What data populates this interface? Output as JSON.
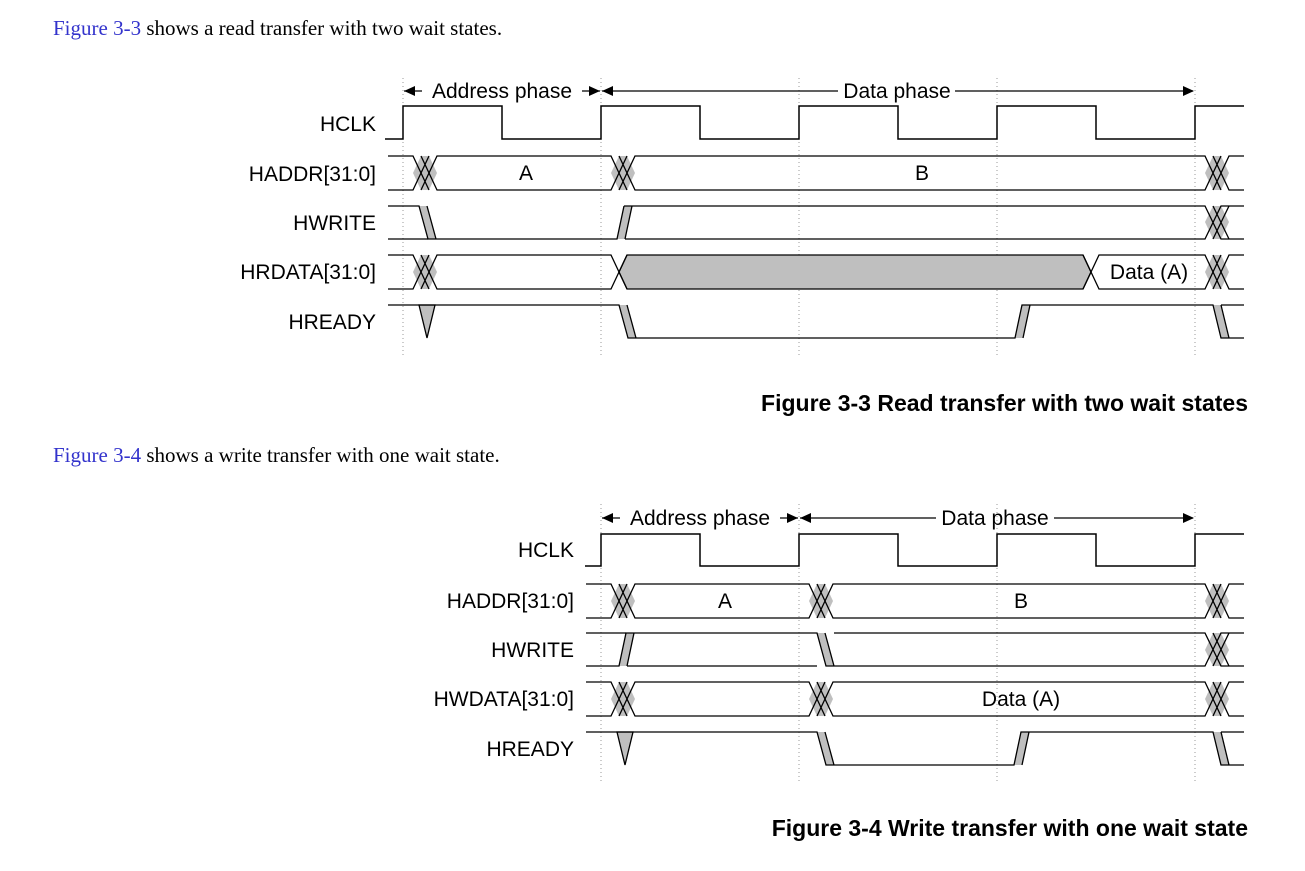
{
  "paragraphs": [
    {
      "ref": "Figure 3-3",
      "text": " shows a read transfer with two wait states."
    },
    {
      "ref": "Figure 3-4",
      "text": " shows a write transfer with one wait state."
    }
  ],
  "figures": [
    {
      "caption": "Figure 3-3 Read transfer with two wait states",
      "phases": {
        "address": "Address phase",
        "data": "Data phase"
      },
      "signals": [
        {
          "name": "HCLK",
          "kind": "clock"
        },
        {
          "name": "HADDR[31:0]",
          "kind": "bus",
          "values": [
            "A",
            "B"
          ]
        },
        {
          "name": "HWRITE",
          "kind": "level",
          "pattern": "low-then-high"
        },
        {
          "name": "HRDATA[31:0]",
          "kind": "bus",
          "values": [
            "Data (A)"
          ]
        },
        {
          "name": "HREADY",
          "kind": "level",
          "pattern": "two-wait-states"
        }
      ]
    },
    {
      "caption": "Figure 3-4 Write transfer with one wait state",
      "phases": {
        "address": "Address phase",
        "data": "Data phase"
      },
      "signals": [
        {
          "name": "HCLK",
          "kind": "clock"
        },
        {
          "name": "HADDR[31:0]",
          "kind": "bus",
          "values": [
            "A",
            "B"
          ]
        },
        {
          "name": "HWRITE",
          "kind": "level",
          "pattern": "high-then-low"
        },
        {
          "name": "HWDATA[31:0]",
          "kind": "bus",
          "values": [
            "Data (A)"
          ]
        },
        {
          "name": "HREADY",
          "kind": "level",
          "pattern": "one-wait-state"
        }
      ]
    }
  ],
  "colors": {
    "link": "#3333cc",
    "shade": "#bfbfbf",
    "line": "#000000"
  }
}
